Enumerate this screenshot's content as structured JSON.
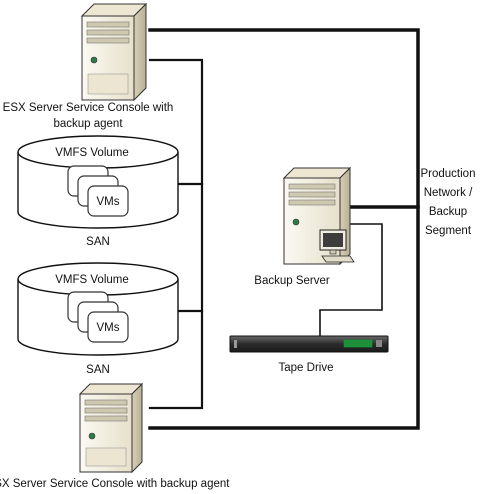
{
  "labels": {
    "esx_top_line1": "ESX Server Service Console with",
    "esx_top_line2": "backup agent",
    "vmfs_volume_1": "VMFS Volume",
    "vms_1": "VMs",
    "san_1": "SAN",
    "vmfs_volume_2": "VMFS Volume",
    "vms_2": "VMs",
    "san_2": "SAN",
    "esx_bottom": "ESX Server Service Console with backup agent",
    "backup_server": "Backup Server",
    "tape_drive": "Tape Drive",
    "network_line1": "Production",
    "network_line2": "Network /",
    "network_line3": "Backup",
    "network_line4": "Segment"
  },
  "colors": {
    "line": "#111111",
    "server_light": "#f4f1e6",
    "server_dark": "#d9d3bd",
    "tape_body": "#3a3a3a",
    "tape_display": "#1f8f3a"
  },
  "icons": [
    "server-tower-icon",
    "disk-volume-icon",
    "vm-stack-icon",
    "workstation-icon",
    "tape-drive-icon"
  ]
}
